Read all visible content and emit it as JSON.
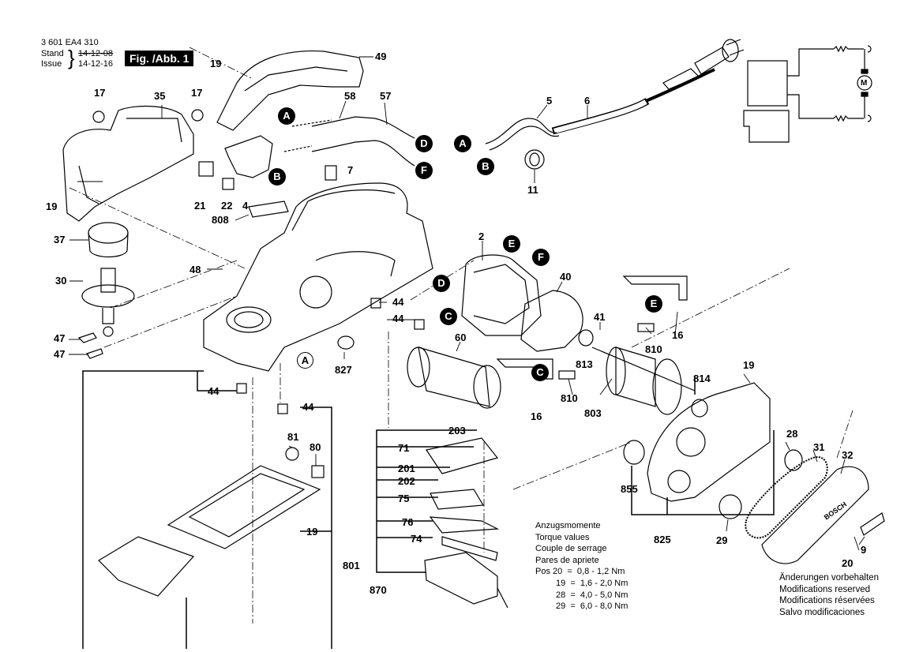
{
  "header": {
    "doc_number": "3 601 EA4 310",
    "stand_label": "Stand",
    "issue_label": "Issue",
    "stand_date": "14-12-08",
    "issue_date": "14-12-16",
    "figure_tag": "Fig. /Abb. 1"
  },
  "part_labels": {
    "p2": "2",
    "p4": "4",
    "p5": "5",
    "p6": "6",
    "p7": "7",
    "p9": "9",
    "p11": "11",
    "p16a": "16",
    "p16b": "16",
    "p17a": "17",
    "p17b": "17",
    "p19a": "19",
    "p19b": "19",
    "p19c": "19",
    "p19d": "19",
    "p20": "20",
    "p21": "21",
    "p22": "22",
    "p28": "28",
    "p29": "29",
    "p30": "30",
    "p31": "31",
    "p32": "32",
    "p35": "35",
    "p37": "37",
    "p40": "40",
    "p41": "41",
    "p44a": "44",
    "p44b": "44",
    "p44c": "44",
    "p44d": "44",
    "p47a": "47",
    "p47b": "47",
    "p48": "48",
    "p49": "49",
    "p57": "57",
    "p58": "58",
    "p60": "60",
    "p71": "71",
    "p74": "74",
    "p75": "75",
    "p76": "76",
    "p80": "80",
    "p81": "81",
    "p201": "201",
    "p202": "202",
    "p203": "203",
    "p801": "801",
    "p803": "803",
    "p808": "808",
    "p810a": "810",
    "p810b": "810",
    "p813": "813",
    "p814": "814",
    "p825": "825",
    "p827": "827",
    "p855": "855",
    "p870": "870"
  },
  "callouts": {
    "A1": "A",
    "A2": "A",
    "A3": "A",
    "B1": "B",
    "B2": "B",
    "C1": "C",
    "C2": "C",
    "D1": "D",
    "D2": "D",
    "E1": "E",
    "E2": "E",
    "F1": "F",
    "F2": "F"
  },
  "torque": {
    "lines": [
      "Anzugsmomente",
      "Torque values",
      "Couple de serrage",
      "Pares de apriete"
    ],
    "pos_label": "Pos",
    "rows": [
      "20  =  0,8 - 1,2 Nm",
      "19  =  1,6 - 2,0 Nm",
      "28  =  4,0 - 5,0 Nm",
      "29  =  6,0 - 8,0 Nm"
    ]
  },
  "notice": [
    "Änderungen vorbehalten",
    "Modifications reserved",
    "Modifications réservées",
    "Salvo modificaciones"
  ],
  "motor_symbol": "M",
  "brand_mark": "BOSCH"
}
